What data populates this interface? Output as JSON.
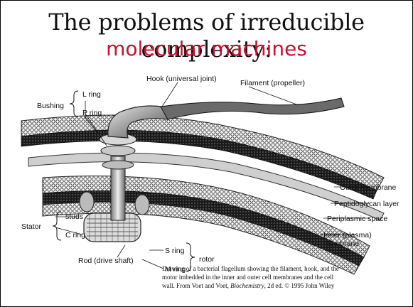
{
  "slide": {
    "title_line1": "The problems of irreducible complexity:",
    "title_line2": "molecular machines",
    "title_accent_color": "#c8102e"
  },
  "diagram": {
    "labels": {
      "bushing": "Bushing",
      "l_ring": "L ring",
      "p_ring": "P ring",
      "hook": "Hook (universal joint)",
      "filament": "Filament (propeller)",
      "outer_membrane": "Outer membrane",
      "peptidoglycan": "Peptidoglycan layer",
      "periplasmic": "Periplasmic space",
      "inner_membrane_1": "Inner (plasma)",
      "inner_membrane_2": "membrane",
      "stator": "Stator",
      "studs": "studs",
      "c_ring": "C ring",
      "rod": "Rod (drive shaft)",
      "s_ring": "S ring",
      "m_ring": "M ring",
      "rotor": "rotor"
    }
  },
  "caption": {
    "line1": "Drawing of a bacterial flagellum showing the filament, hook, and the",
    "line2": "motor imbedded in the inner and outer cell membranes and the cell",
    "line3_pre": "wall. From Voet and Voet, ",
    "line3_book": "Biochemistry",
    "line3_post": ", 2d ed. © 1995 John Wiley"
  }
}
